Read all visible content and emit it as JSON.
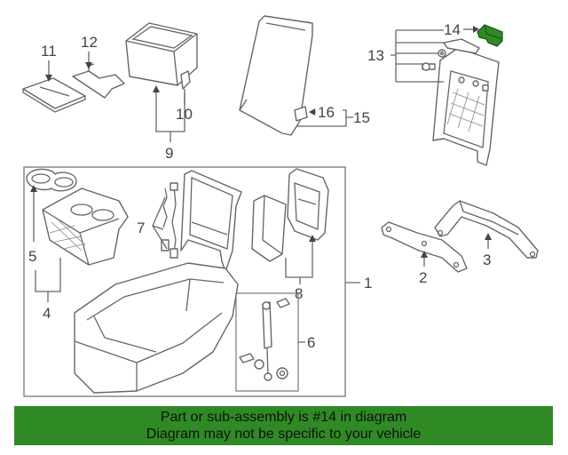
{
  "callouts": {
    "c1": "1",
    "c2": "2",
    "c3": "3",
    "c4": "4",
    "c5": "5",
    "c6": "6",
    "c7": "7",
    "c8": "8",
    "c9": "9",
    "c10": "10",
    "c11": "11",
    "c12": "12",
    "c13": "13",
    "c14": "14",
    "c15": "15",
    "c16": "16"
  },
  "highlight_color": "#2f8a26",
  "footer": {
    "line1": "Part or sub-assembly is #14 in diagram",
    "line2": "Diagram may not be specific to your vehicle"
  }
}
